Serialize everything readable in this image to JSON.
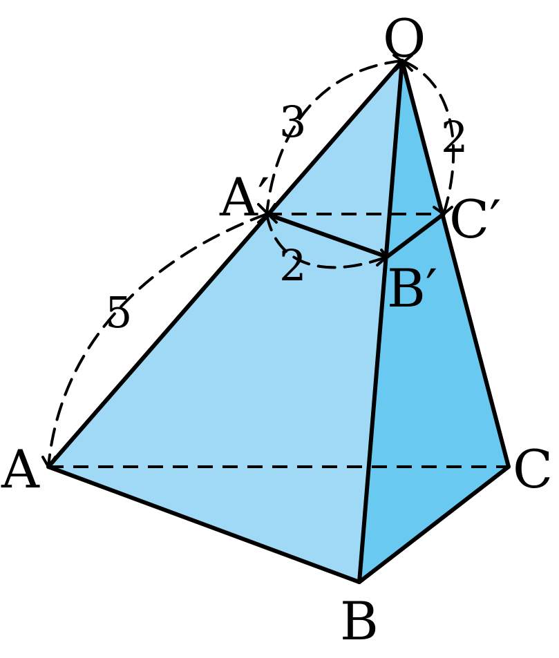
{
  "diagram": {
    "vertices": {
      "O": "O",
      "A": "A",
      "B": "B",
      "C": "C",
      "A_prime": "A′",
      "B_prime": "B′",
      "C_prime": "C′"
    },
    "lengths": {
      "OA_prime": "3",
      "A_primeA": "5",
      "OC_prime": "2",
      "A_primeB_prime": "2"
    },
    "colors": {
      "face_left": "#9fd9f5",
      "face_right": "#6ac9f0",
      "edges": "#000000"
    }
  }
}
